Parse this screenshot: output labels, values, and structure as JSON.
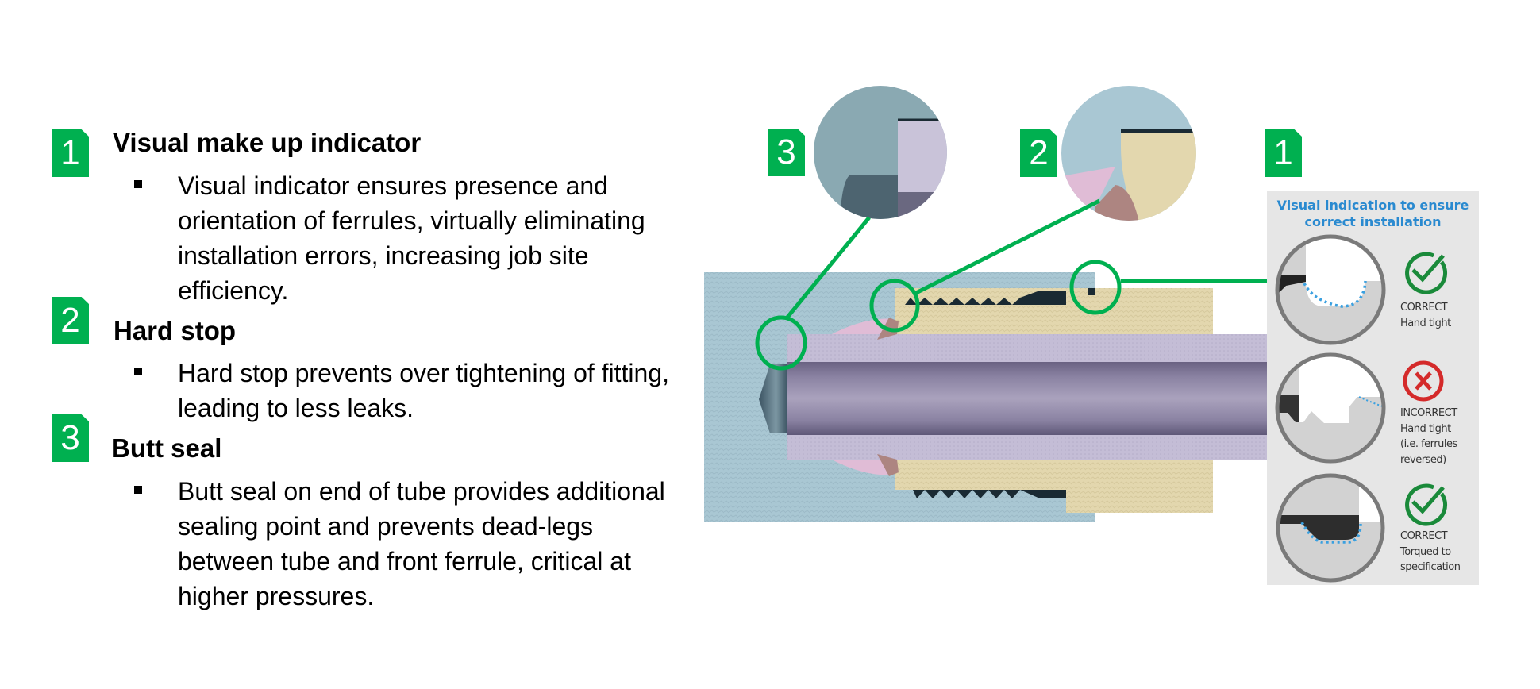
{
  "features": [
    {
      "number": "1",
      "title": "Visual make up indicator",
      "description": "Visual indicator ensures presence and orientation of ferrules, virtually eliminating installation errors, increasing job site efficiency."
    },
    {
      "number": "2",
      "title": "Hard stop",
      "description": "Hard stop prevents over tightening of fitting, leading to less leaks."
    },
    {
      "number": "3",
      "title": "Butt seal",
      "description": "Butt seal on end of tube provides additional sealing point and prevents dead-legs between tube and front ferrule, critical at higher pressures."
    }
  ],
  "diagram": {
    "callouts": [
      "3",
      "2",
      "1"
    ],
    "panel": {
      "title_line1": "Visual indication to ensure",
      "title_line2": "correct installation",
      "states": [
        {
          "icon": "check-circle-icon",
          "status": "CORRECT",
          "lines": [
            "Hand tight"
          ]
        },
        {
          "icon": "x-circle-icon",
          "status": "INCORRECT",
          "lines": [
            "Hand tight",
            "(i.e. ferrules",
            "reversed)"
          ]
        },
        {
          "icon": "check-circle-icon",
          "status": "CORRECT",
          "lines": [
            "Torqued to",
            "specification"
          ]
        }
      ]
    }
  },
  "colors": {
    "accent_green": "#00b050",
    "callout_green": "#00b050",
    "panel_title_blue": "#2a8ad0",
    "correct_green": "#1a8a3a",
    "incorrect_red": "#d42a2a",
    "body_blue": "#a9c7d3",
    "nut_tan": "#e3d7ae",
    "tube_purple": "#aaa2bd",
    "back_ferrule": "#e0bcd6",
    "front_ferrule": "#ad8581"
  }
}
